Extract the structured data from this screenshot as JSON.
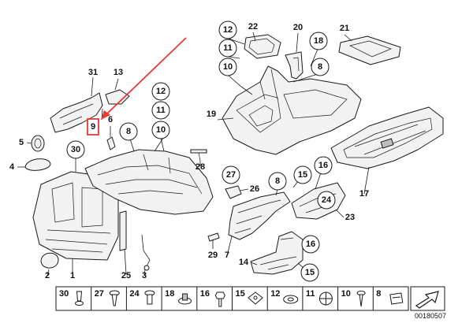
{
  "colors": {
    "highlight": "#e53935",
    "ink": "#1a1a1a",
    "part_fill": "#f2f2f2"
  },
  "callouts": {
    "c12_top": "12",
    "c11_top": "11",
    "c10_top": "10",
    "c22": "22",
    "c20": "20",
    "c18_top": "18",
    "c8_top": "8",
    "c21": "21",
    "c19": "19",
    "c31": "31",
    "c13": "13",
    "c9": "9",
    "c6": "6",
    "c8_mid": "8",
    "c12_mid": "12",
    "c11_mid": "11",
    "c10_mid": "10",
    "c5": "5",
    "c30": "30",
    "c4": "4",
    "c28": "28",
    "c27": "27",
    "c26": "26",
    "c8_low": "8",
    "c15_low": "15",
    "c16_low": "16",
    "c17": "17",
    "c24": "24",
    "c23": "23",
    "c16_bottom": "16",
    "c29": "29",
    "c7": "7",
    "c14": "14",
    "c15_bottom": "15",
    "c25": "25",
    "c3": "3",
    "c2": "2",
    "c1": "1"
  },
  "legend": [
    "30",
    "27",
    "24",
    "18",
    "16",
    "15",
    "12",
    "11",
    "10",
    "8"
  ],
  "reference_number": "00180507",
  "icons": {
    "highlight_arrow": "red-arrow-icon",
    "next_page": "arrow-icon"
  }
}
